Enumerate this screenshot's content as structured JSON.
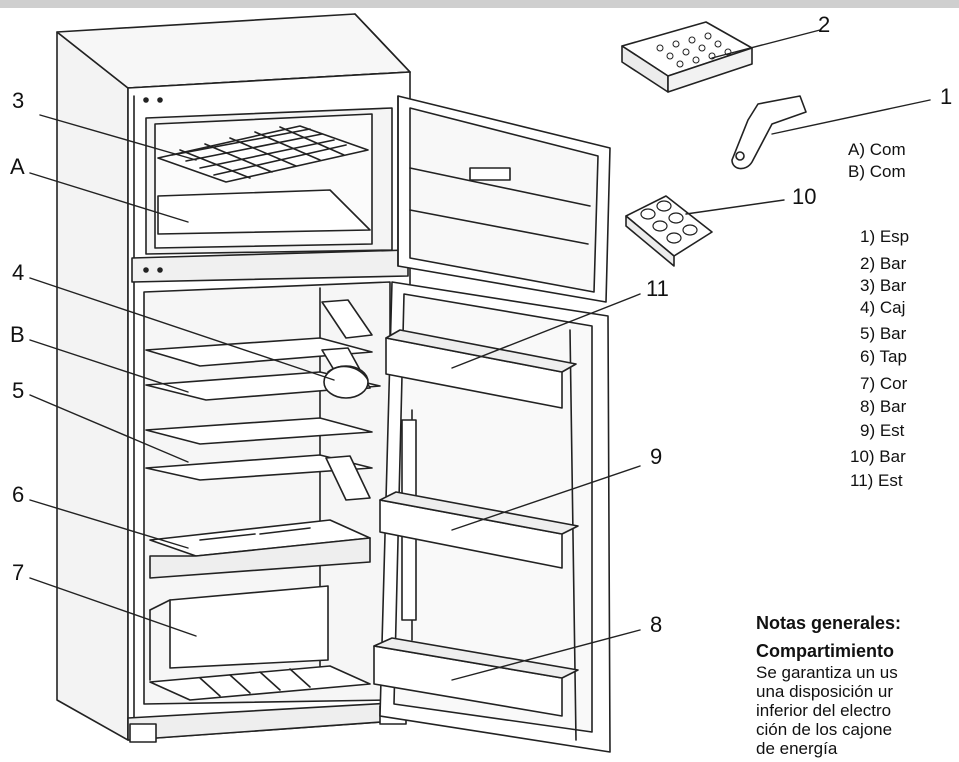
{
  "callouts": {
    "n2": "2",
    "n1": "1",
    "n10": "10",
    "n3": "3",
    "nA": "A",
    "n4": "4",
    "nB": "B",
    "n5": "5",
    "n6": "6",
    "n7": "7",
    "n11": "11",
    "n9": "9",
    "n8": "8"
  },
  "legend": {
    "compartments": [
      "A) Com",
      "B) Com"
    ],
    "items": [
      "1) Esp",
      "2) Bar",
      "3) Bar",
      "4) Caj",
      "5) Bar",
      "6) Tap",
      "7) Cor",
      "8) Bar",
      "9) Est",
      "10) Bar",
      "11) Est"
    ]
  },
  "notes": {
    "title": "Notas generales:",
    "subtitle": "Compartimiento",
    "lines": [
      "Se garantiza un us",
      "una disposición ur",
      "inferior del electro",
      "ción de los cajone",
      "de energía"
    ]
  },
  "colors": {
    "line": "#222222",
    "shade": "#e6e6e6",
    "topbar": "#cfcfcf"
  }
}
